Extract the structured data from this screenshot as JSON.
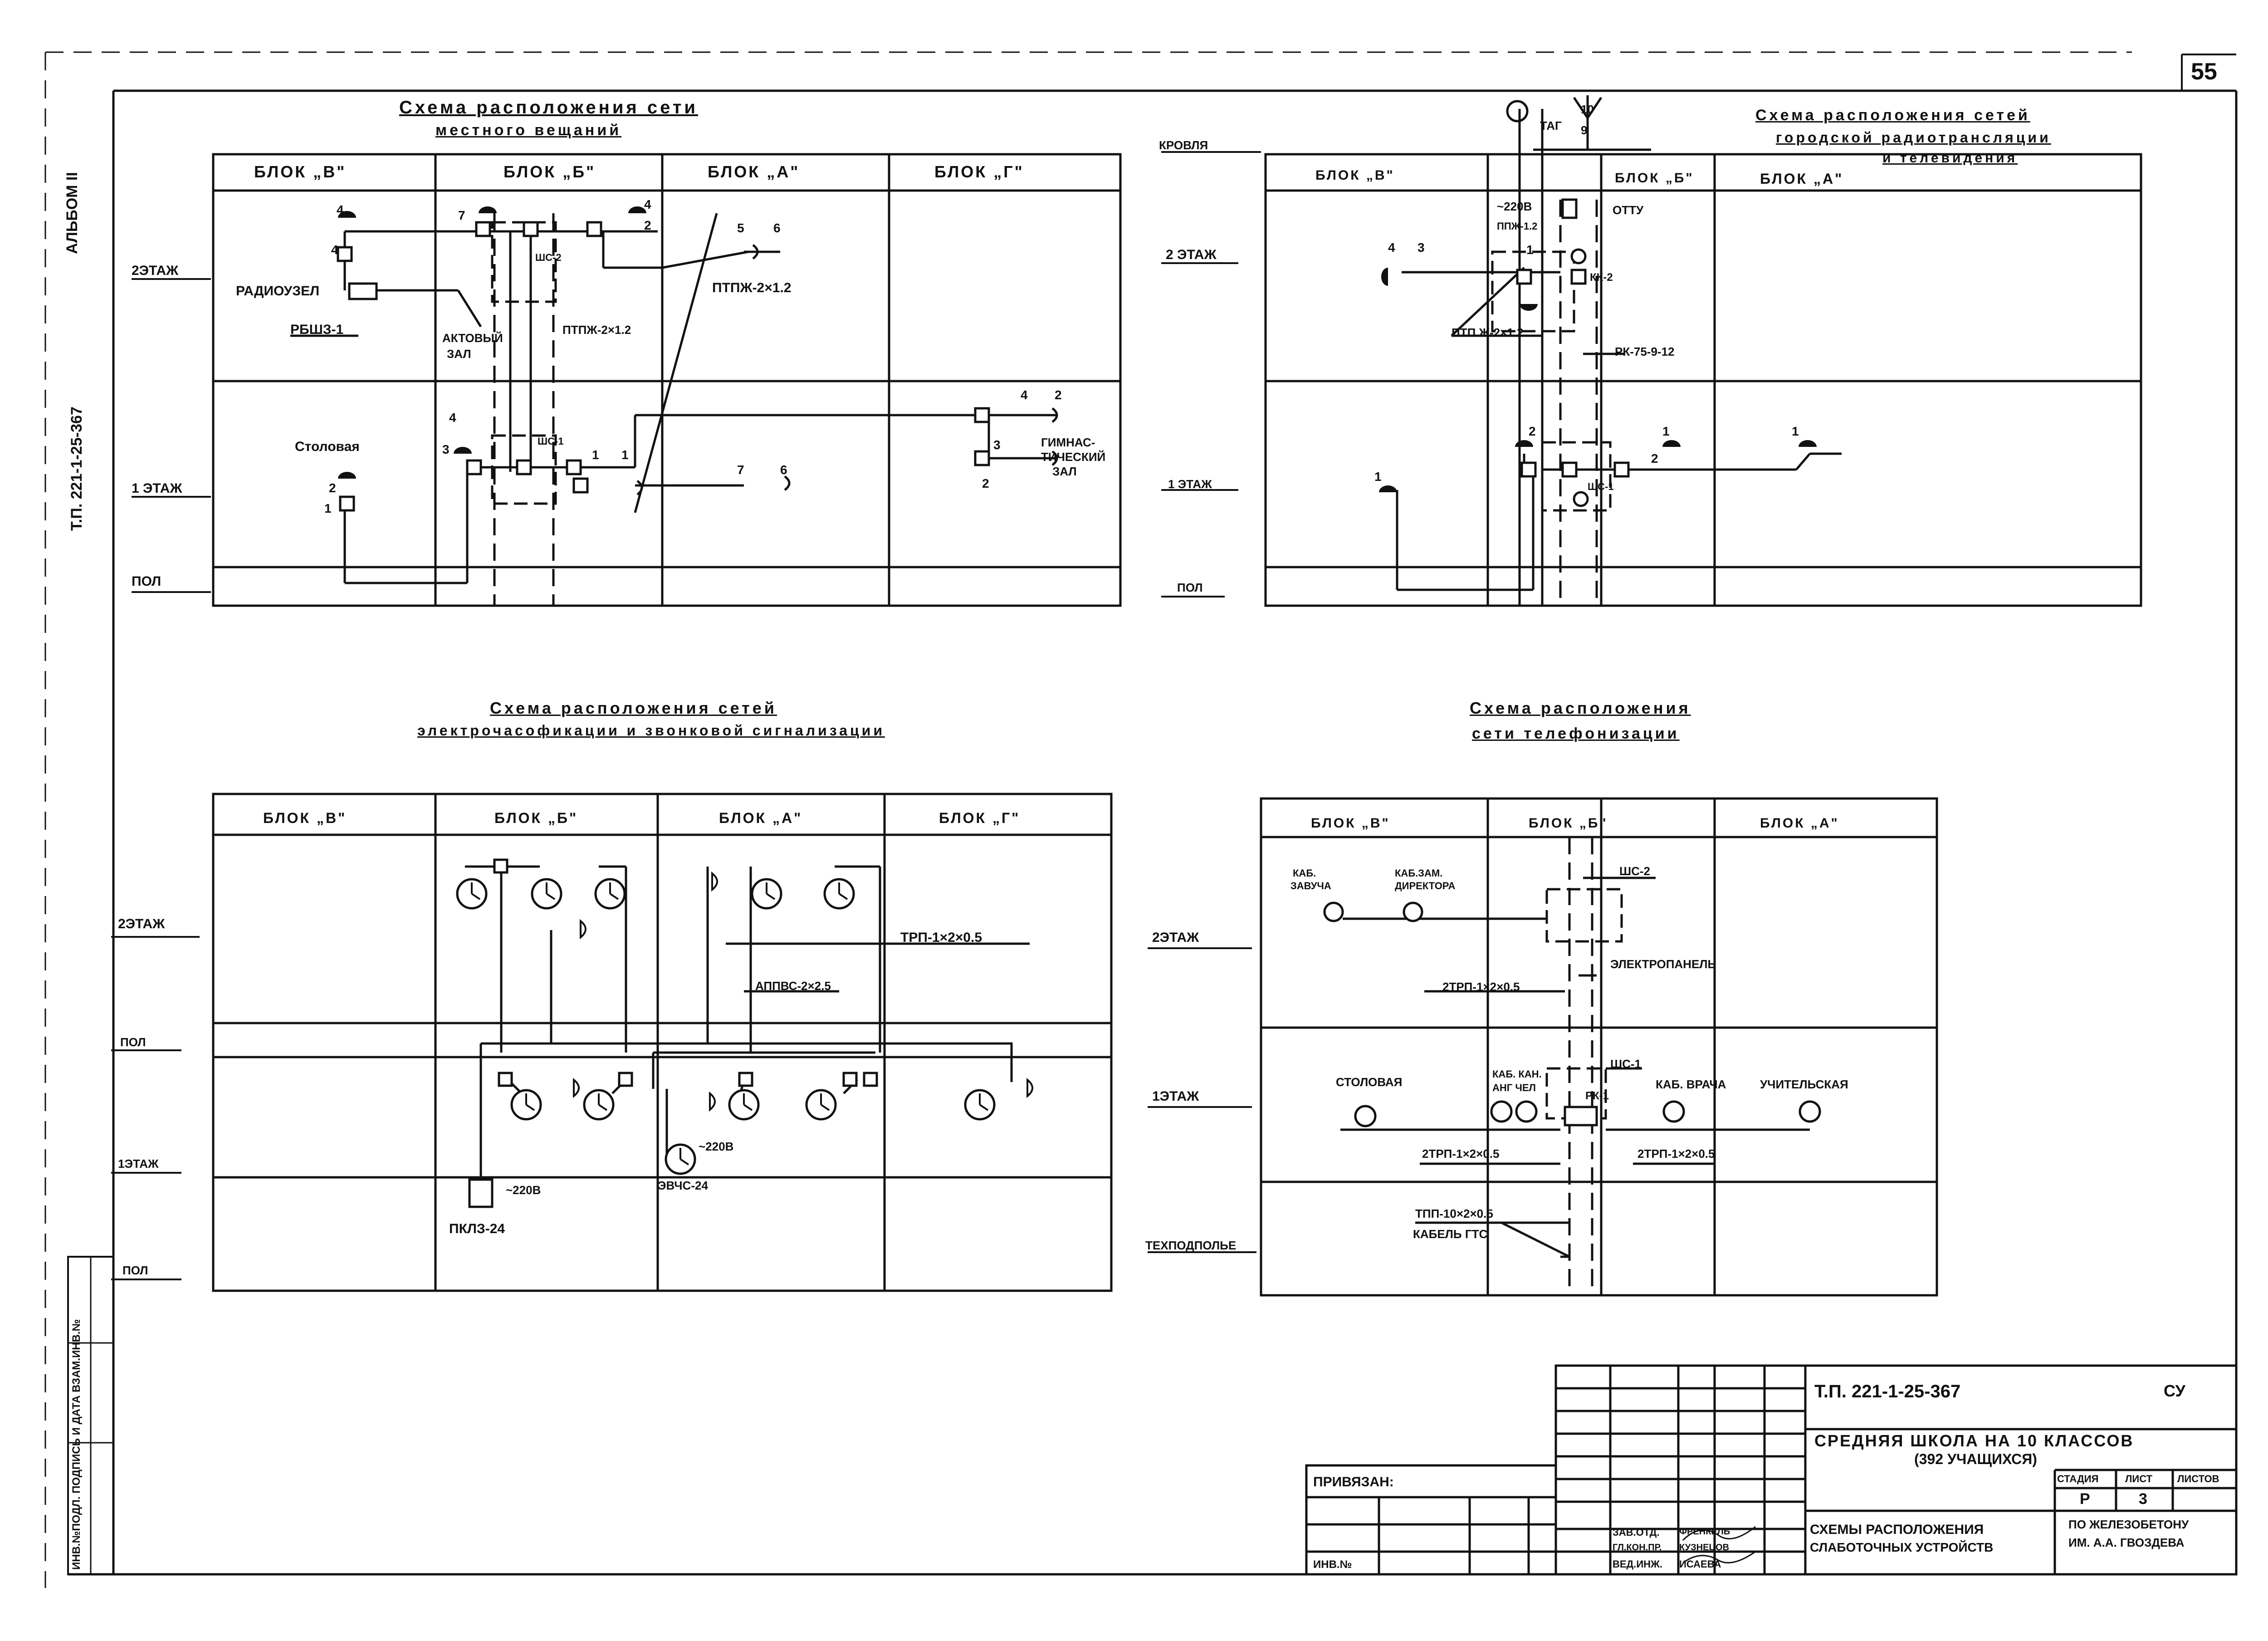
{
  "page_number": "55",
  "margin_album": "АЛЬБОМ II",
  "margin_code": "Т.П. 221-1-25-367",
  "left_strip": "ИНВ.№ПОДЛ. ПОДПИСЬ И ДАТА ВЗАМ.ИНВ.№",
  "d1": {
    "title_1": "Схема расположения сети",
    "title_2": "местного вещаний",
    "blocks": [
      "БЛОК „В\"",
      "БЛОК „Б\"",
      "БЛОК „А\"",
      "БЛОК „Г\""
    ],
    "rows": [
      "2ЭТАЖ",
      "1 ЭТАЖ",
      "ПОЛ"
    ],
    "labels": {
      "radiouzel": "РАДИОУЗЕЛ",
      "rbshz": "РБШЗ-1",
      "akt_1": "АКТОВЫЙ",
      "akt_2": "ЗАЛ",
      "ptpzh1": "ПТПЖ-2×1.2",
      "ptpzh2": "ПТПЖ-2×1.2",
      "stolovaya": "Столовая",
      "gym_1": "ГИМНАС-",
      "gym_2": "ТИЧЕСКИЙ",
      "gym_3": "ЗАЛ",
      "sh2": "ШС-2",
      "sh1": "ШС-1"
    }
  },
  "d2": {
    "title_1": "Схема расположения сетей",
    "title_2": "городской радиотрансляции",
    "title_3": "и телевидения",
    "blocks": [
      "БЛОК „В\"",
      "БЛОК „Б\"",
      "БЛОК „А\""
    ],
    "rows": [
      "КРОВЛЯ",
      "2 ЭТАЖ",
      "1 ЭТАЖ",
      "ПОЛ"
    ],
    "labels": {
      "v220": "~220В",
      "ppzh": "ППЖ-1.2",
      "ottu": "ОТТУ",
      "kk2": "КК-2",
      "ptp": "ПТП Ж-2×1.2",
      "rk": "РК-75-9-12",
      "tag": "ТАГ",
      "n10": "10",
      "n9": "9",
      "sh1": "ШС-1"
    }
  },
  "d3": {
    "title_1": "Схема расположения сетей",
    "title_2": "электрочасофикации и звонковой сигнализации",
    "blocks": [
      "БЛОК „В\"",
      "БЛОК „Б\"",
      "БЛОК „А\"",
      "БЛОК „Г\""
    ],
    "rows": [
      "2ЭТАЖ",
      "ПОЛ",
      "1ЭТАЖ",
      "ПОЛ"
    ],
    "labels": {
      "trp": "ТРП-1×2×0.5",
      "appv": "АППВС-2×2.5",
      "v220a": "~220В",
      "v220b": "~220В",
      "pkl": "ПКЛЗ-24",
      "ev": "ЭВЧС-24"
    }
  },
  "d4": {
    "title_1": "Схема расположения",
    "title_2": "сети телефонизации",
    "blocks": [
      "БЛОК „В\"",
      "БЛОК „Б\"",
      "БЛОК „А\""
    ],
    "rows": [
      "2ЭТАЖ",
      "1ЭТАЖ",
      "ТЕХПОДПОЛЬЕ"
    ],
    "labels": {
      "kab_zavucha_1": "КАБ.",
      "kab_zavucha_2": "ЗАВУЧА",
      "kab_dir_1": "КАБ.ЗАМ.",
      "kab_dir_2": "ДИРЕКТОРА",
      "sh2": "ШС-2",
      "elpanel": "ЭЛЕКТРОПАНЕЛЬ",
      "trp2": "2ТРП-1×2×0.5",
      "stolovaya": "СТОЛОВАЯ",
      "kab_uch_1": "КАБ. КАН.",
      "kab_uch_2": "АНГ ЧЕЛ",
      "sh1": "ШС-1",
      "rk1": "РК-1",
      "kab_vracha": "КАБ. ВРАЧА",
      "uchitelskaya": "УЧИТЕЛЬСКАЯ",
      "trp3": "2ТРП-1×2×0.5",
      "trp4": "2ТРП-1×2×0.5",
      "tpp": "ТПП-10×2×0.5",
      "kabel": "КАБЕЛЬ ГТС"
    }
  },
  "stamp": {
    "code": "Т.П. 221-1-25-367",
    "mark": "СУ",
    "name_1": "СРЕДНЯЯ ШКОЛА НА 10 КЛАССОВ",
    "name_2": "(392 УЧАЩИХСЯ)",
    "stage_h": "СТАДИЯ",
    "sheet_h": "ЛИСТ",
    "sheets_h": "ЛИСТОВ",
    "stage": "Р",
    "sheet": "3",
    "privyazan": "ПРИВЯЗАН:",
    "inv": "ИНВ.№",
    "role_1": "ЗАВ.ОТД.",
    "role_2": "ГЛ.КОН.ПР.",
    "role_3": "ВЕД.ИНЖ.",
    "person_1": "ФРЕНКЕЛЬ",
    "person_2": "КУЗНЕЦОВ",
    "person_3": "ИСАЕВА",
    "drawing_1": "СХЕМЫ РАСПОЛОЖЕНИЯ",
    "drawing_2": "СЛАБОТОЧНЫХ УСТРОЙСТВ",
    "org_1": "ПО ЖЕЛЕЗОБЕТОНУ",
    "org_2": "ИМ. А.А. ГВОЗДЕВА"
  }
}
